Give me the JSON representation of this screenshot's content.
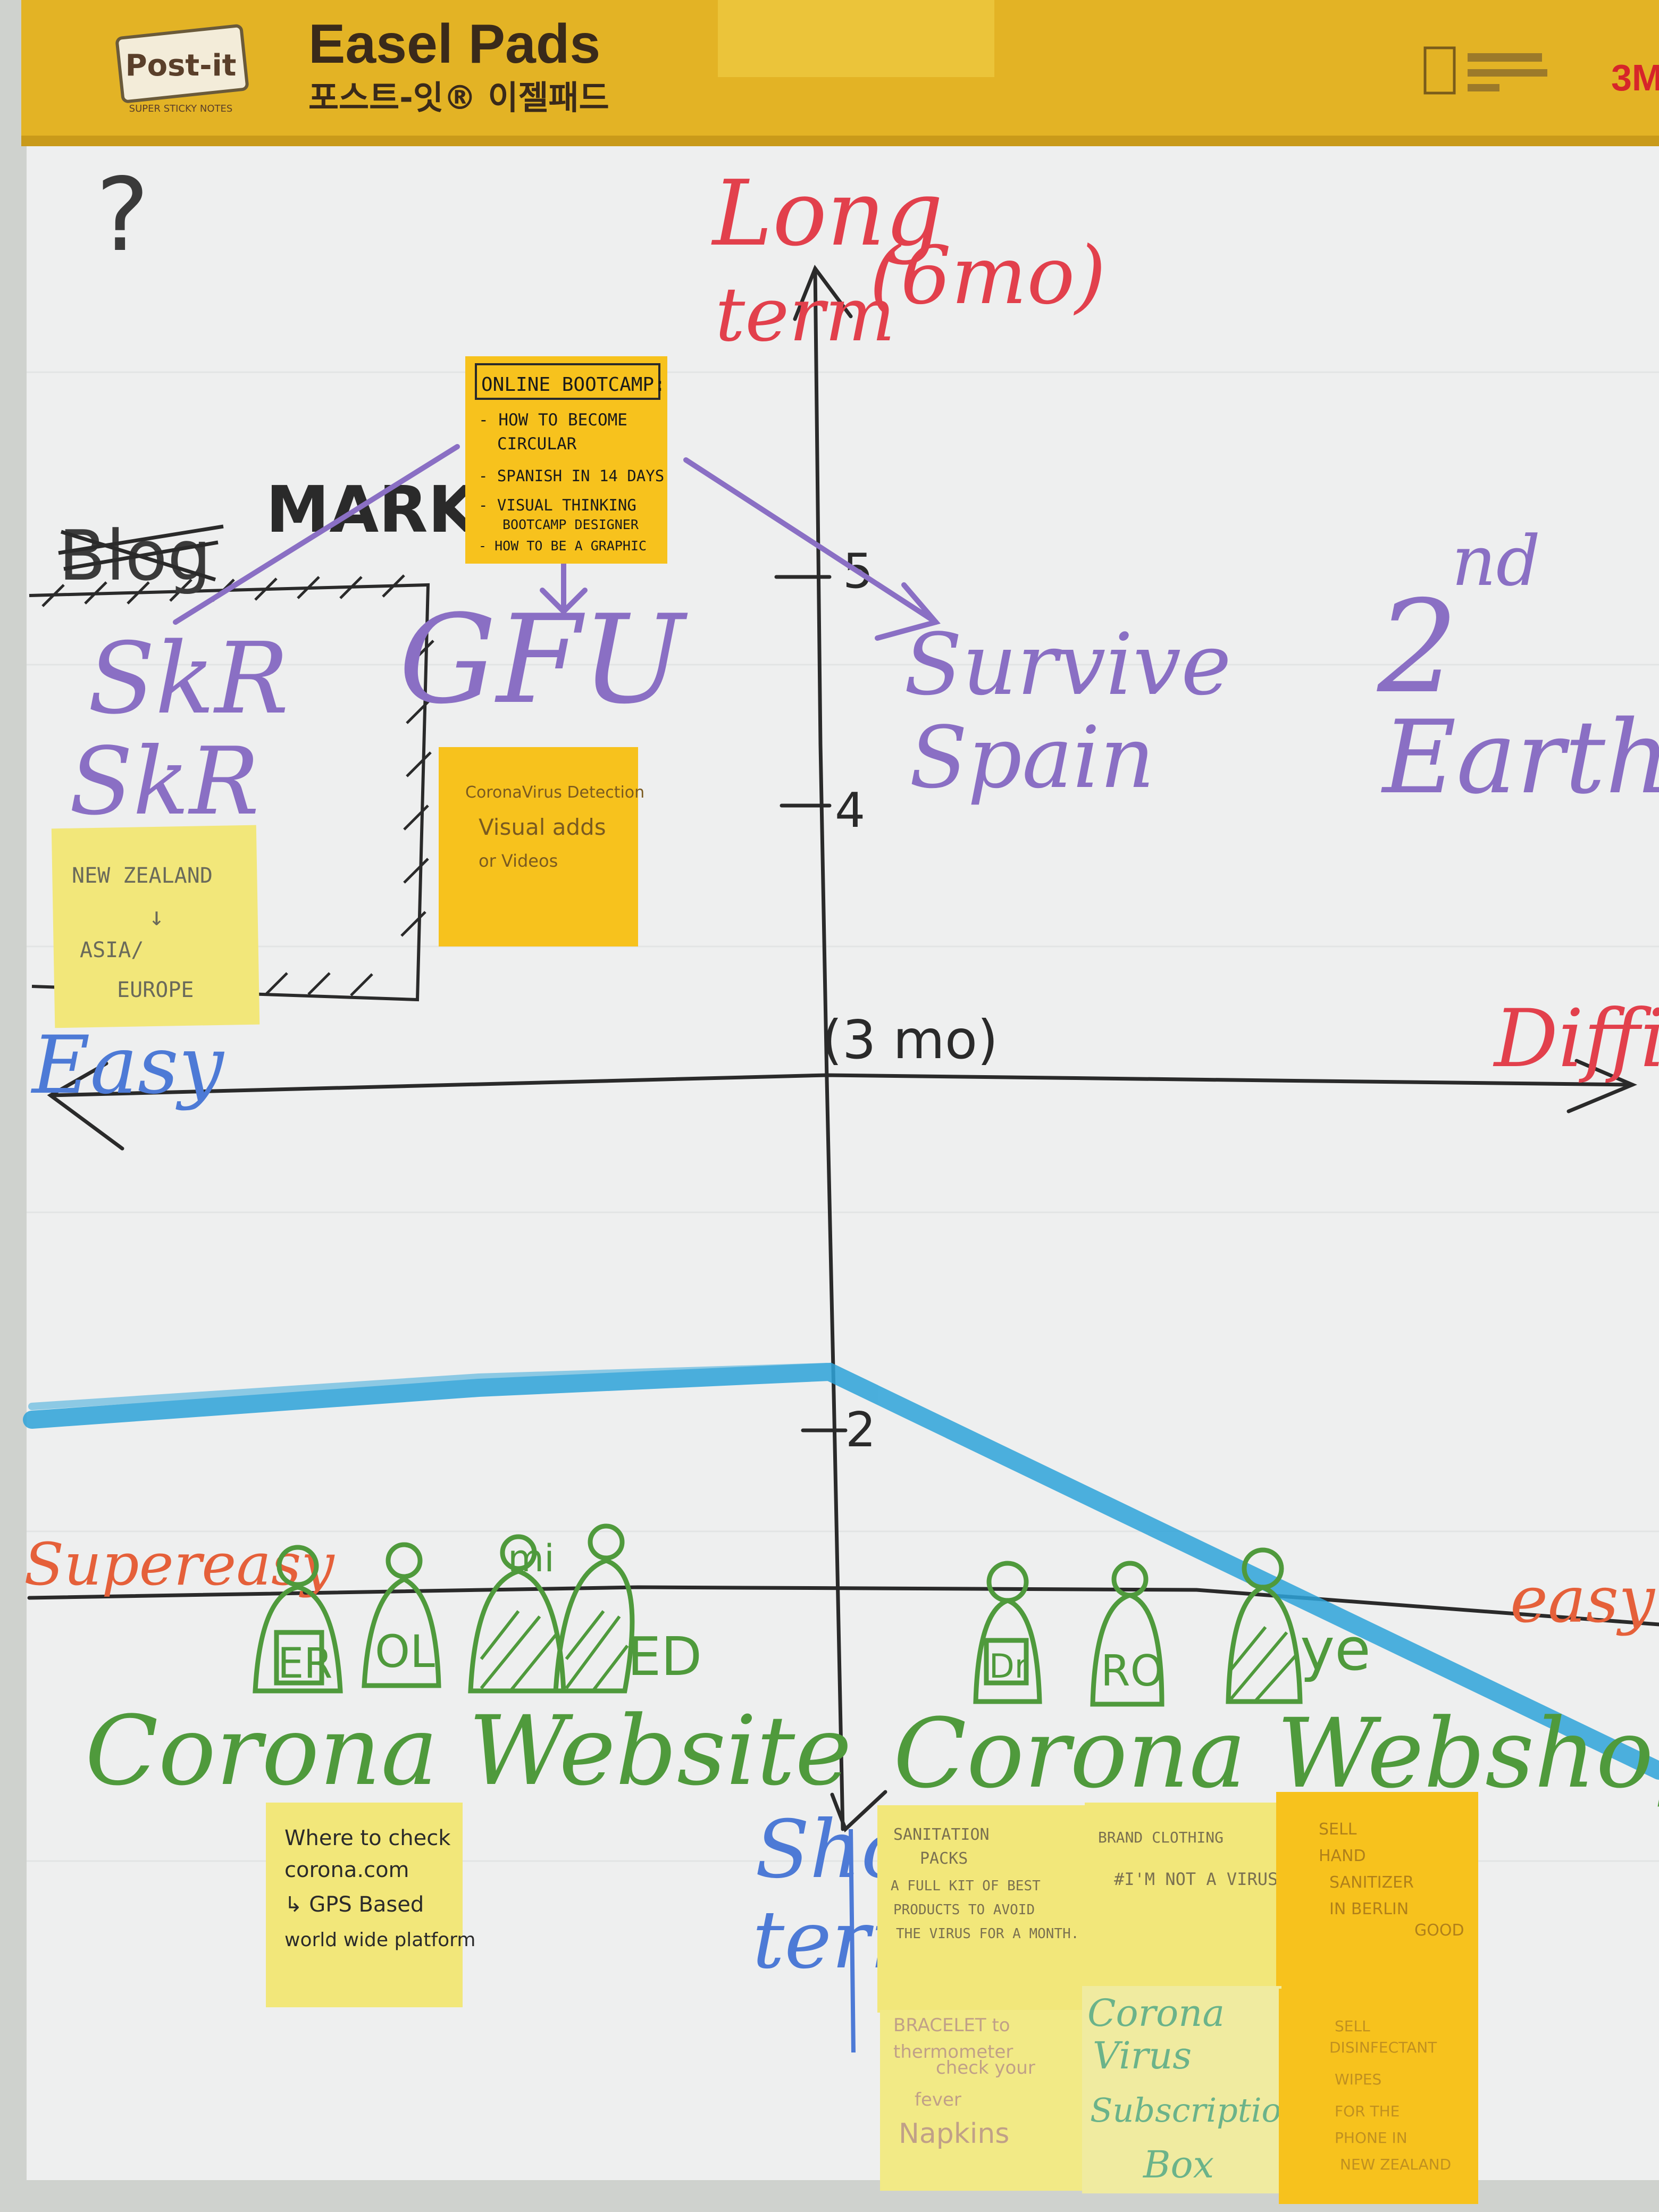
{
  "header": {
    "brand_logo": "Post-it",
    "brand_tagline": "SUPER STICKY NOTES",
    "product_name": "Easel Pads",
    "product_name_korean": "포스트-잇® 이젤패드",
    "maker_logo": "3M"
  },
  "corner_mark": "?",
  "axes": {
    "top_label": [
      "Long",
      "term"
    ],
    "top_label_extra": "(6mo)",
    "bottom_label": [
      "Shor",
      "term"
    ],
    "left_label": "Easy",
    "right_label": "Diffic",
    "center_label": "(3 mo)",
    "tick_5": "5",
    "tick_4": "4",
    "tick_2": "2",
    "lower_left_label": "Supereasy",
    "lower_right_label": "easy"
  },
  "quadrant_labels": {
    "market": "MARKET",
    "blog_crossed": "Blog",
    "skr_1": "SkR",
    "skr_2": "SkR",
    "gfu": "GFU",
    "survive": "Survive",
    "spain": "Spain",
    "second": "2",
    "second_sup": "nd",
    "earth": "Earth"
  },
  "sticky_notes": {
    "bootcamp": {
      "title": "ONLINE BOOTCAMP:",
      "lines": [
        "- HOW TO BECOME",
        "CIRCULAR",
        "- SPANISH IN 14 DAYS",
        "- VISUAL THINKING",
        "BOOTCAMP DESIGNER",
        "- HOW TO BE A GRAPHIC"
      ]
    },
    "new_zealand": {
      "lines": [
        "NEW ZEALAND",
        "↓",
        "ASIA/",
        "EUROPE"
      ]
    },
    "coronavirus_detection": {
      "lines": [
        "CoronaVirus Detection",
        "Visual adds",
        "or Videos"
      ]
    },
    "where_to_check": {
      "lines": [
        "Where to check",
        "corona.com",
        "↳ GPS Based",
        "world wide platform"
      ]
    },
    "sanitation": {
      "lines": [
        "SANITATION",
        "PACKS",
        "A FULL KIT OF BEST",
        "PRODUCTS TO AVOID",
        "THE VIRUS FOR A MONTH."
      ]
    },
    "brand_clothing": {
      "lines": [
        "BRAND CLOTHING",
        "#I'M NOT A VIRUS"
      ]
    },
    "sell_sanitizer": {
      "lines": [
        "SELL",
        "HAND",
        "SANITIZER",
        "IN BERLIN",
        "GOOD"
      ]
    },
    "bracelet": {
      "lines": [
        "BRACELET to",
        "check your",
        "fever",
        "thermometer",
        "Napkins"
      ]
    },
    "subscription": {
      "lines": [
        "Corona",
        "Virus",
        "Subscription",
        "Box"
      ]
    },
    "disinfectant": {
      "lines": [
        "SELL",
        "DISINFECTANT",
        "WIPES",
        "FOR THE",
        "PHONE IN",
        "NEW ZEALAND"
      ]
    }
  },
  "figures_left": {
    "labels": [
      "ER",
      "OL",
      "mi",
      "ED"
    ],
    "caption": "Corona Website"
  },
  "figures_right": {
    "labels": [
      "Dr",
      "RO",
      "ye"
    ],
    "caption": "Corona Webshop"
  },
  "colors": {
    "paper": "#eeefef",
    "header_yellow": "#e3b325",
    "ink_black": "#2a2a2a",
    "purple": "#8a6fc4",
    "red": "#e2404c",
    "orange": "#e5603a",
    "green": "#4f9a3c",
    "blue_line": "#2ea3d9",
    "blue_text": "#4d7ad6",
    "note_yellow": "#f2e77a",
    "note_orange": "#f7c21d"
  }
}
